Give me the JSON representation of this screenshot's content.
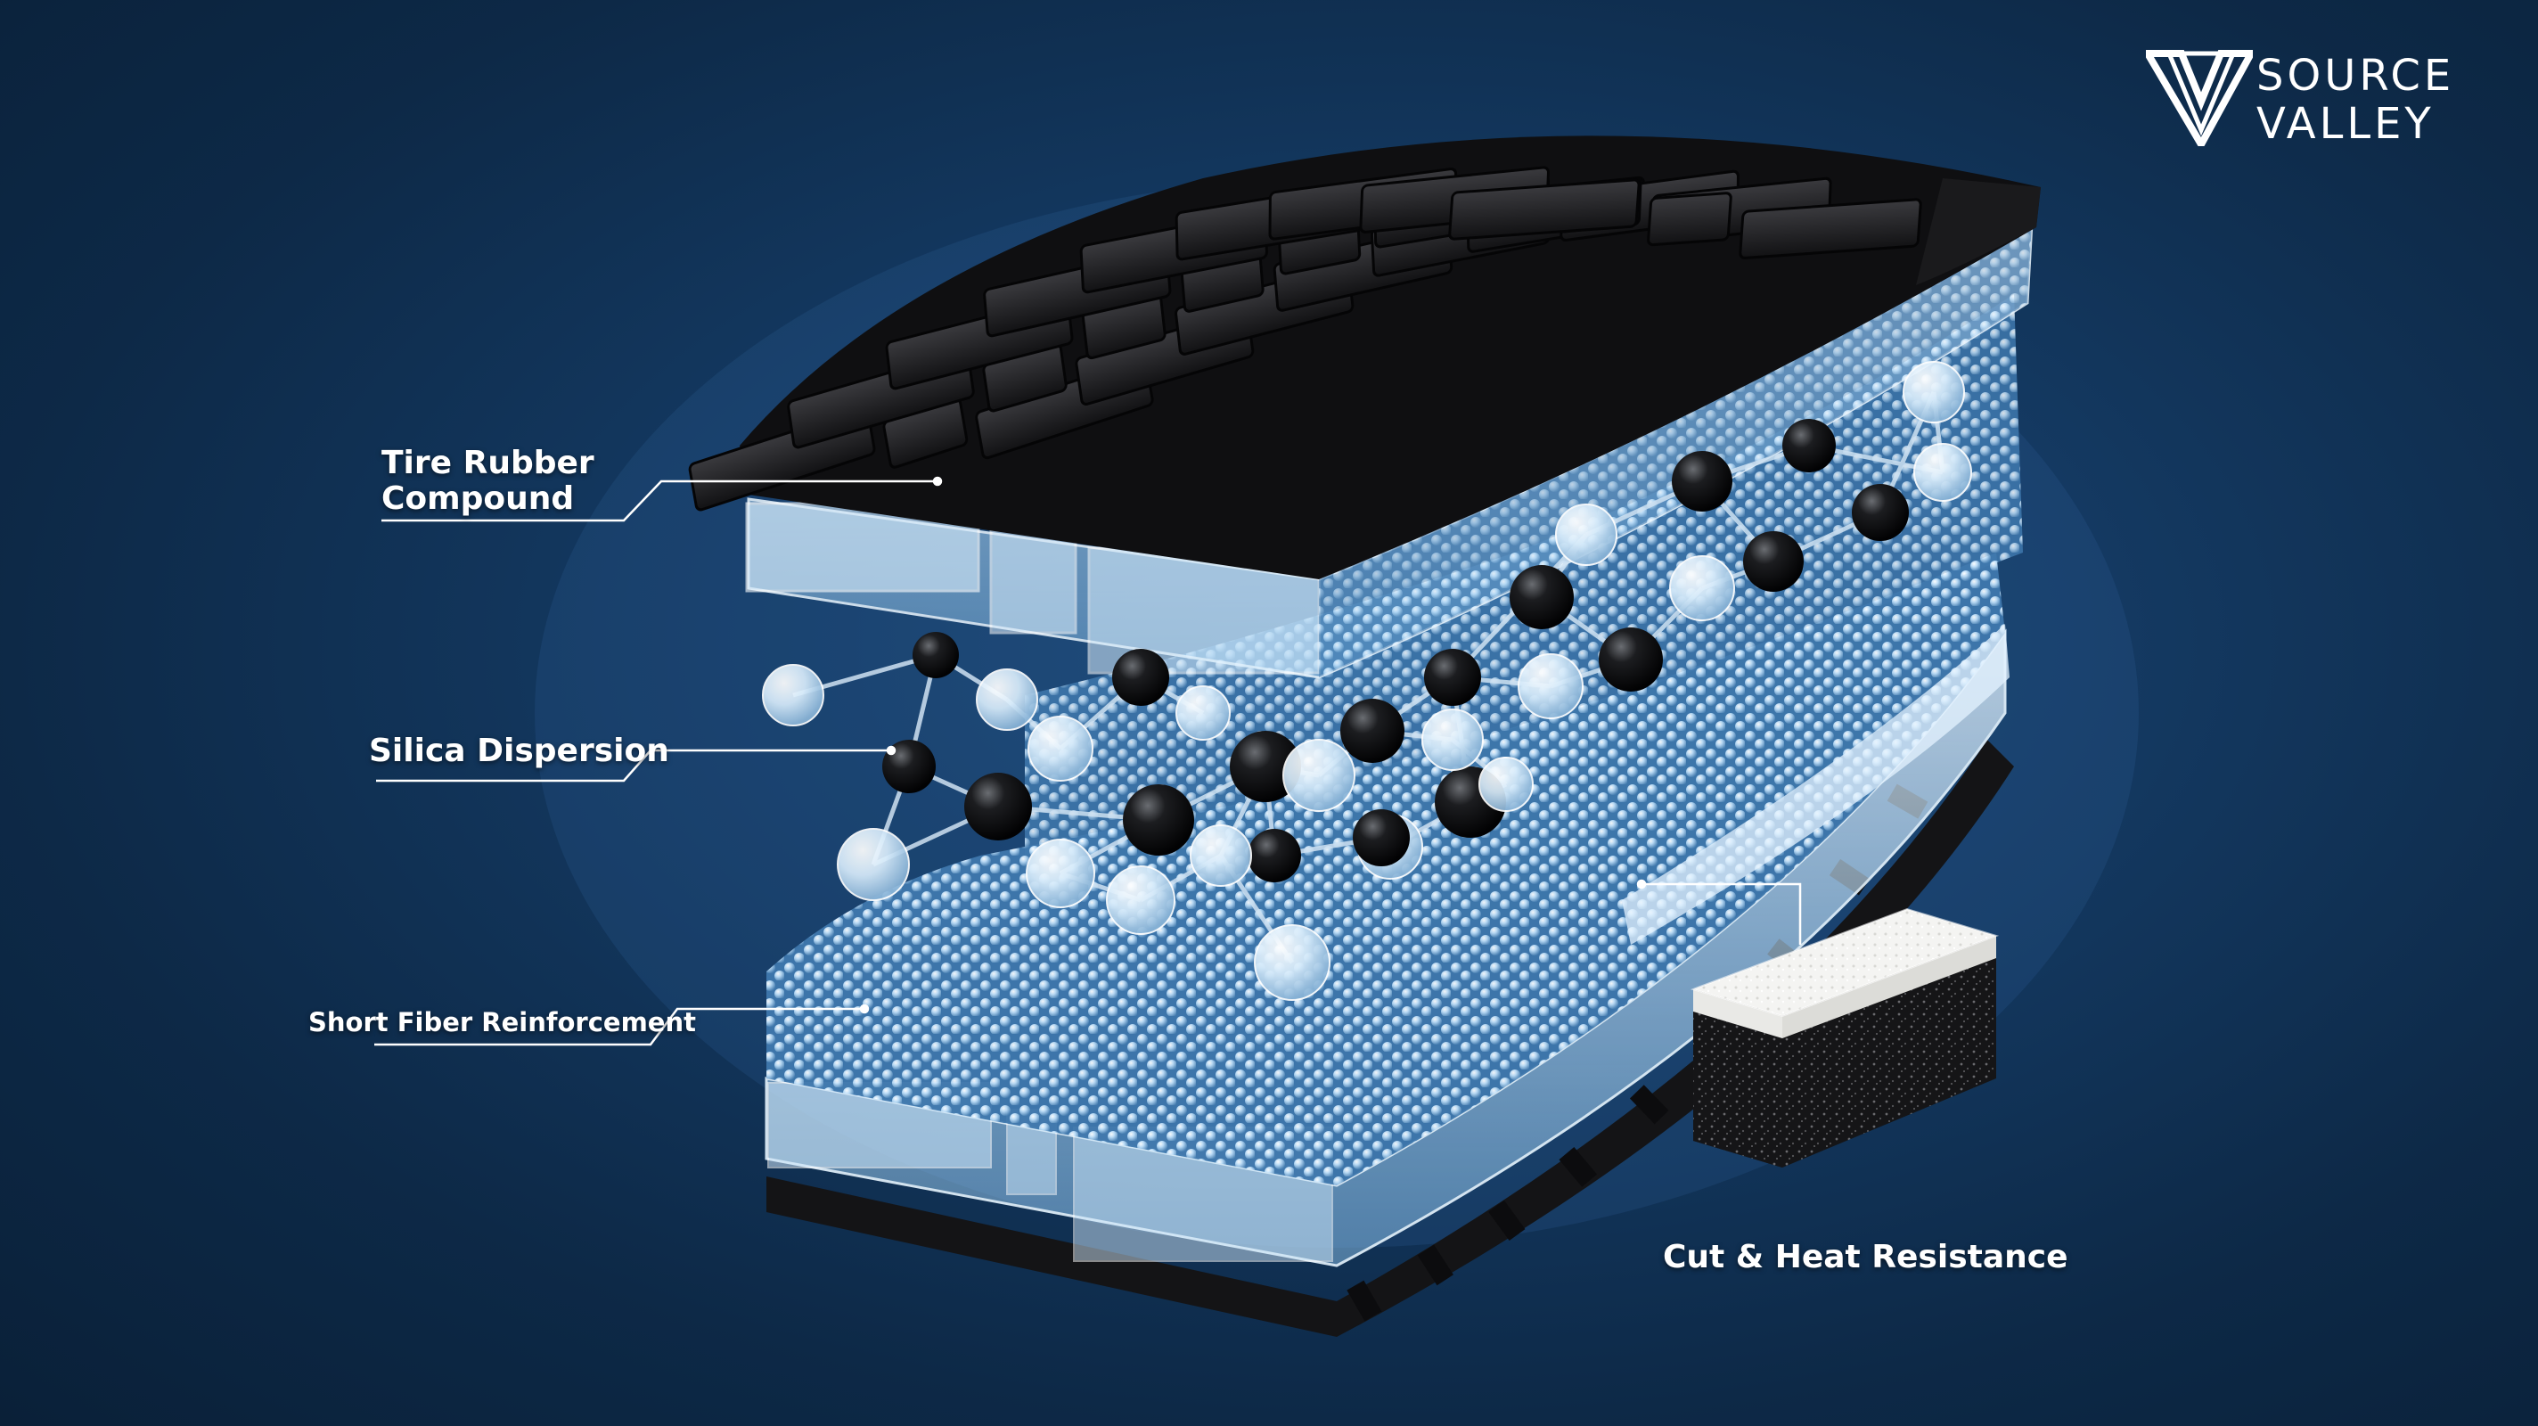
{
  "labels": {
    "tire_rubber_line1": "Tire Rubber",
    "tire_rubber_line2": "Compound",
    "silica_dispersion": "Silica Dispersion",
    "short_fiber": "Short Fiber Reinforcement",
    "cut_heat": "Cut & Heat Resistance"
  },
  "logo": {
    "line1": "SOURCE",
    "line2": "VALLEY"
  },
  "colors": {
    "background": "#0f2d4e",
    "tread": "#1b1b1d",
    "glass_layer": "#a9d4f5",
    "bead": "#8fbfe8",
    "molecule_dark": "#0a0a0c",
    "molecule_light": "#d8ecfb",
    "label_text": "#ffffff"
  }
}
